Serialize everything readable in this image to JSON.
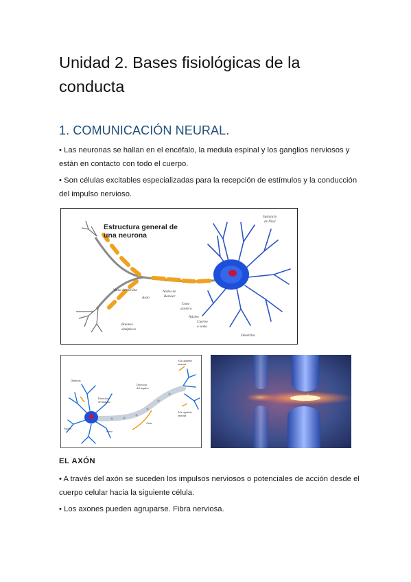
{
  "document": {
    "title": "Unidad 2. Bases fisiológicas de la conducta",
    "section_heading": "1. COMUNICACIÓN NEURAL.",
    "paragraph_1": "• Las neuronas se hallan en el encéfalo, la medula espinal y los ganglios nerviosos y están en contacto con todo el cuerpo.",
    "paragraph_2": "• Son células excitables especializadas para la recepción de estímulos y la conducción del impulso nervioso.",
    "subheading": "EL AXÓN",
    "paragraph_3": "• A través del axón se suceden los impulsos nerviosos o potenciales de acción desde el cuerpo celular hacia la siguiente célula.",
    "paragraph_4": "• Los axones pueden agruparse. Fibra nerviosa."
  },
  "figure_1": {
    "heading_line1": "Estructura general de",
    "heading_line2": "una neurona",
    "labels": {
      "nissl_1": "Sustancia",
      "nissl_2": "de Nissl",
      "myelin": "Vaina de mielina",
      "axon": "Axón",
      "ranvier_1": "Nodos de",
      "ranvier_2": "Ranvier",
      "cone_1": "Cono",
      "cone_2": "axónico",
      "nucleus": "Núcleo",
      "soma_1": "Cuerpo",
      "soma_2": "o soma",
      "dendrites": "Dendritas",
      "buttons_1": "Botones",
      "buttons_2": "sinápticos"
    }
  },
  "figure_2": {
    "labels": {
      "dendritas": "Dendritas",
      "direccion_1": "Dirección",
      "direccion_2": "del impulso",
      "direccion_b1": "Dirección",
      "direccion_b2": "del impulso",
      "siguiente_1a": "A la siguiente",
      "siguiente_1b": "neurona",
      "siguiente_2a": "A la siguiente",
      "siguiente_2b": "neurona",
      "nucleo": "Núcleo",
      "axon": "Axón",
      "soma": "Soma"
    }
  },
  "colors": {
    "heading_blue": "#1f4e79",
    "neuron_blue": "#1d4fd8",
    "myelin_orange": "#f0a21e",
    "nucleus_red": "#c4143c"
  }
}
